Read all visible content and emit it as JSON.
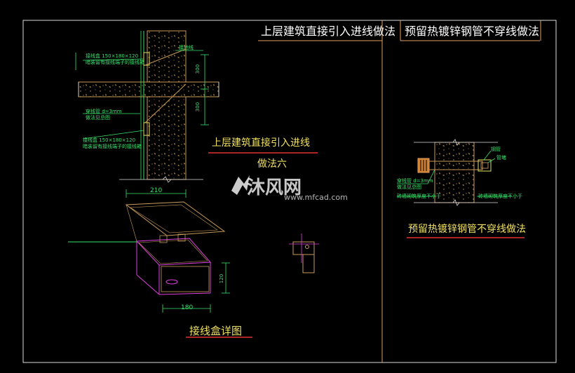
{
  "drawing": {
    "title_top_left": "上层建筑直接引入进线做法",
    "title_top_right": "预留热镀锌钢管不穿线做法",
    "caption_left_line1": "上层建筑直接引入进线",
    "caption_left_line2": "做法六",
    "caption_right": "预留热镀锌钢管不穿线做法",
    "caption_box": "接线盒详图"
  },
  "dimensions": {
    "dim_300_top": "300",
    "dim_300_bottom": "300",
    "dim_210": "210",
    "dim_120": "120",
    "dim_180": "180"
  },
  "annotations_left": {
    "box_upper_line1": "接线盒 150×180×120",
    "box_upper_line2": "暗装留有接线端子的接线箱",
    "ground_label": "接地线",
    "tube_line1": "穿线管 d=3mm",
    "tube_line2": "做法见总图",
    "box_lower_line1": "接线盒 150×180×120",
    "box_lower_line2": "暗装留有接线端子的接线箱"
  },
  "annotations_right": {
    "pipe_label": "钢管",
    "cap_label": "管堵",
    "tube_line1": "穿线管 d=3mm",
    "tube_line2": "做法见总图",
    "wall_left": "砖墙砌筑厚度不小于",
    "wall_right": "砖墙砌筑厚度不小于"
  },
  "watermark": {
    "brand": "沐风网",
    "url": "www.mfcad.com"
  },
  "colors": {
    "background": "#000000",
    "frame": "#ffffff",
    "wall_hatch": "#c89a5a",
    "dimension": "#39e36b",
    "leader": "#39e36b",
    "title_underline": "#e53030",
    "caption_text": "#f0e060",
    "box_outline": "#e040e0",
    "box_lid": "#c89a5a"
  }
}
